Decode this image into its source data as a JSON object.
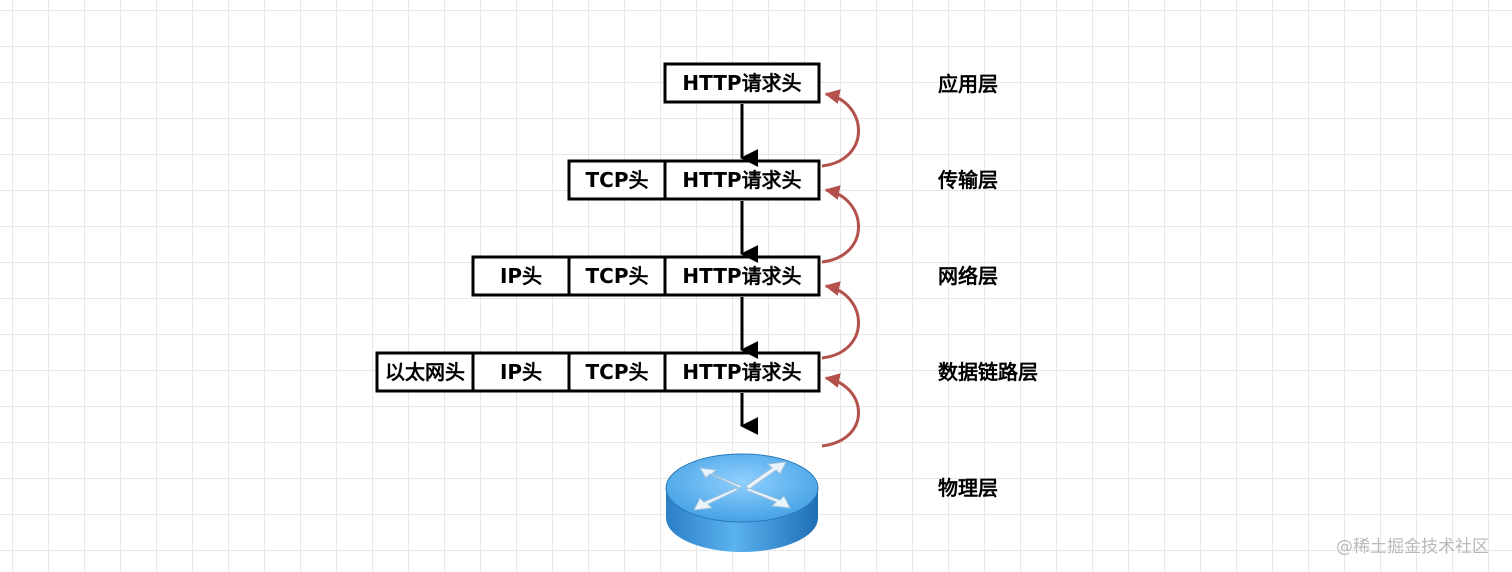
{
  "packets": [
    {
      "id": "application",
      "cells": [
        "HTTP请求头"
      ]
    },
    {
      "id": "transport",
      "cells": [
        "TCP头",
        "HTTP请求头"
      ]
    },
    {
      "id": "network",
      "cells": [
        "IP头",
        "TCP头",
        "HTTP请求头"
      ]
    },
    {
      "id": "datalink",
      "cells": [
        "以太网头",
        "IP头",
        "TCP头",
        "HTTP请求头"
      ]
    }
  ],
  "layers": [
    "应用层",
    "传输层",
    "网络层",
    "数据链路层",
    "物理层"
  ],
  "device": {
    "icon": "router-icon"
  },
  "watermark": "@稀土掘金技术社区",
  "colors": {
    "down_arrow": "#000000",
    "up_arrow": "#b5514d",
    "router_top": "#4aa6e6",
    "router_side": "#2f86cf",
    "grid": "#e7e7e7"
  }
}
